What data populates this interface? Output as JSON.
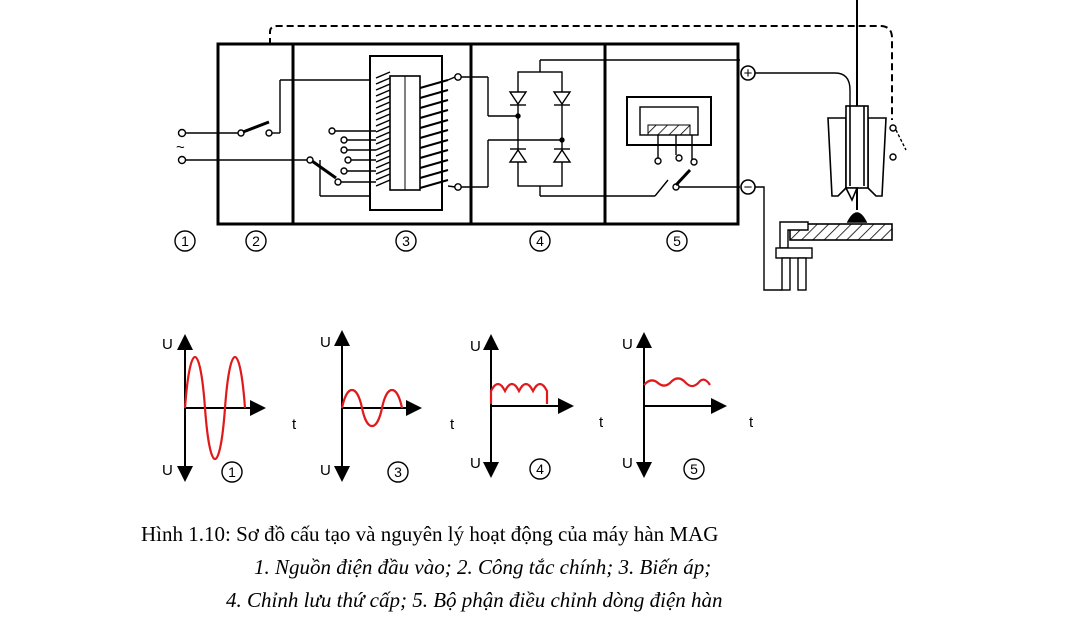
{
  "blocks": [
    {
      "num": "1"
    },
    {
      "num": "2"
    },
    {
      "num": "3"
    },
    {
      "num": "4"
    },
    {
      "num": "5"
    }
  ],
  "schematic": {
    "ac_symbol": "~",
    "plus_symbol": "+",
    "minus_symbol": "−"
  },
  "waveforms": [
    {
      "u_top": "U",
      "u_bottom": "U",
      "t": "t",
      "num": "1",
      "shape": "ac-large"
    },
    {
      "u_top": "U",
      "u_bottom": "U",
      "t": "t",
      "num": "3",
      "shape": "ac-small"
    },
    {
      "u_top": "U",
      "u_bottom": "U",
      "t": "t",
      "num": "4",
      "shape": "rectified"
    },
    {
      "u_top": "U",
      "u_bottom": "U",
      "t": "t",
      "num": "5",
      "shape": "smoothed"
    }
  ],
  "colors": {
    "line": "#000000",
    "wave": "#e0191b"
  },
  "caption": {
    "title": "Hình 1.10: Sơ đồ cấu tạo và nguyên lý hoạt động của máy hàn MAG",
    "line2": "1. Nguồn điện đầu vào; 2. Công tắc chính; 3. Biến áp;",
    "line3": "4. Chỉnh lưu thứ cấp; 5. Bộ phận điều chỉnh dòng điện hàn"
  }
}
